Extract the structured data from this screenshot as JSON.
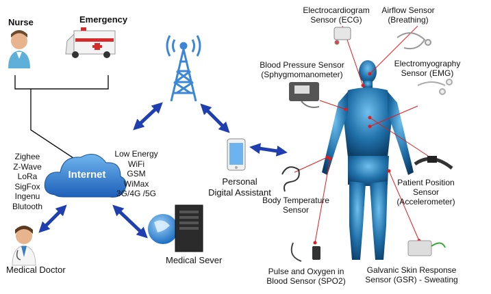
{
  "actors": {
    "nurse": "Nurse",
    "emergency": "Emergency",
    "medical_doctor": "Medical Doctor",
    "medical_server": "Medical Sever",
    "pda": "Personal\nDigital Assistant",
    "internet": "Internet"
  },
  "protocols": [
    "Zighee",
    "Z-Wave",
    "LoRa",
    "SigFox",
    "Ingenu",
    "Blutooth"
  ],
  "radios": [
    "Low Energy",
    "WiFi",
    "GSM",
    "WiMax",
    "3G/4G /5G"
  ],
  "sensors": {
    "ecg": "Electrocardiogram\nSensor (ECG)",
    "airflow": "Airflow Sensor\n(Breathing)",
    "bp": "Blood Pressure Sensor\n(Sphygmomanometer)",
    "emg": "Electromyography\nSensor (EMG)",
    "position": "Patient Position\nSensor\n(Accelerometer)",
    "temperature": "Body Temperature\nSensor",
    "spo2": "Pulse and Oxygen in\nBlood Sensor (SPO2)",
    "gsr": "Galvanic Skin Response\nSensor (GSR) - Sweating"
  },
  "colors": {
    "arrow": "#1f3fb0",
    "tower": "#3b86d6",
    "cloud": "#2f7fd6",
    "body": "#1f6fa8",
    "sensor_line": "#e01b1b"
  }
}
